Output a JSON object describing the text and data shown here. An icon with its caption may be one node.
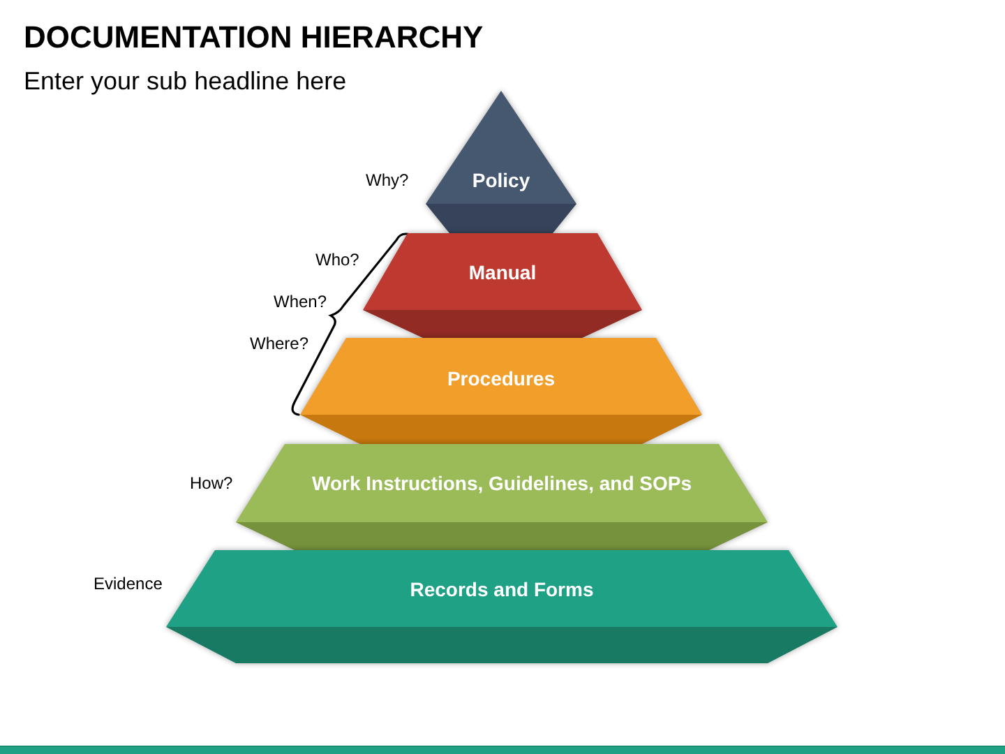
{
  "diagram": {
    "title": "DOCUMENTATION HIERARCHY",
    "nodes": [
      {
        "text": [
          "Policy"
        ],
        "beside": [
          "Why?"
        ]
      },
      {
        "text": [
          "Manual"
        ]
      },
      {
        "text": [
          "Procedures"
        ]
      },
      {
        "text": [
          "Work Instructions, Guidelines, and SOPs"
        ],
        "beside": [
          "How?"
        ]
      },
      {
        "text": [
          "Records and Forms"
        ],
        "beside": [
          "Evidence"
        ]
      }
    ],
    "labels": [
      "Enter your sub headline here",
      "Who?",
      "When?",
      "Where?"
    ]
  }
}
